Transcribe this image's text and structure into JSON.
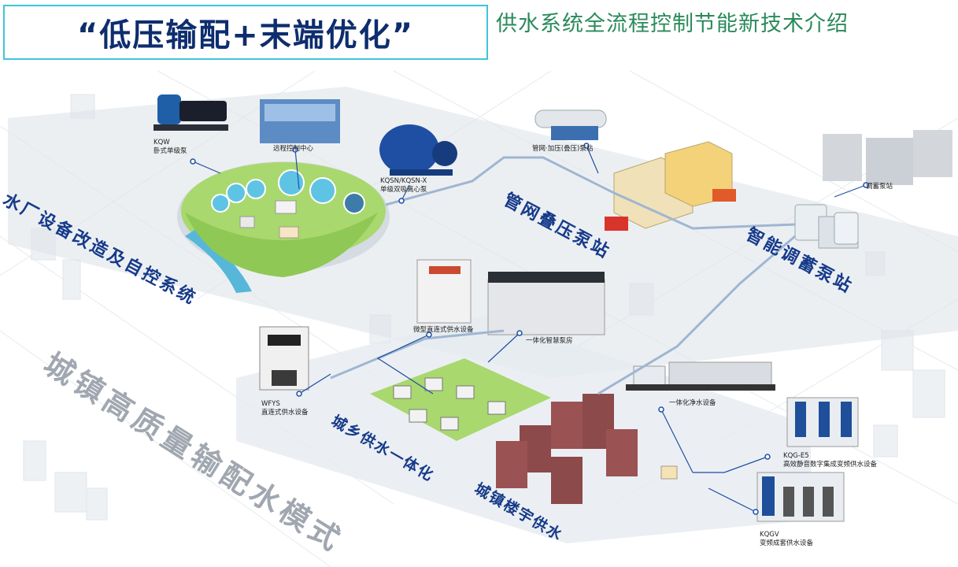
{
  "title": "“低压输配+末端优化”",
  "subtitle": "供水系统全流程控制节能新技术介绍",
  "zones": {
    "water_plant": "水厂设备改造及自控系统",
    "pipeline_station": "管网叠压泵站",
    "smart_storage": "智能调蓄泵站",
    "urban_mode": "城镇高质量输配水模式",
    "rural_urban": "城乡供水一体化",
    "building": "城镇楼宇供水"
  },
  "equipment": {
    "kqw_code": "KQW",
    "kqw_name": "卧式单级泵",
    "remote_center": "远程控制中心",
    "kqsn_code": "KQSN/KQSN-X",
    "kqsn_name": "单级双吸离心泵",
    "pipe_booster": "管网·加压(叠压)泵站",
    "storage_pump": "调蓄泵站",
    "micro_direct": "微型直连式供水设备",
    "smart_pumphouse": "一体化智慧泵房",
    "wfys_code": "WFYS",
    "wfys_name": "直连式供水设备",
    "purifier": "一体化净水设备",
    "kqg_code": "KQG-E5",
    "kqg_name": "高效静音数字集成变频供水设备",
    "kqgv_code": "KQGV",
    "kqgv_name": "变频成套供水设备"
  },
  "colors": {
    "title_text": "#0d2d6e",
    "title_border": "#3fc4d9",
    "subtitle_text": "#2a8a5a",
    "zone_text": "#163a8a",
    "watermark_text": "#a0a7b0",
    "line": "#1e4fa3"
  }
}
